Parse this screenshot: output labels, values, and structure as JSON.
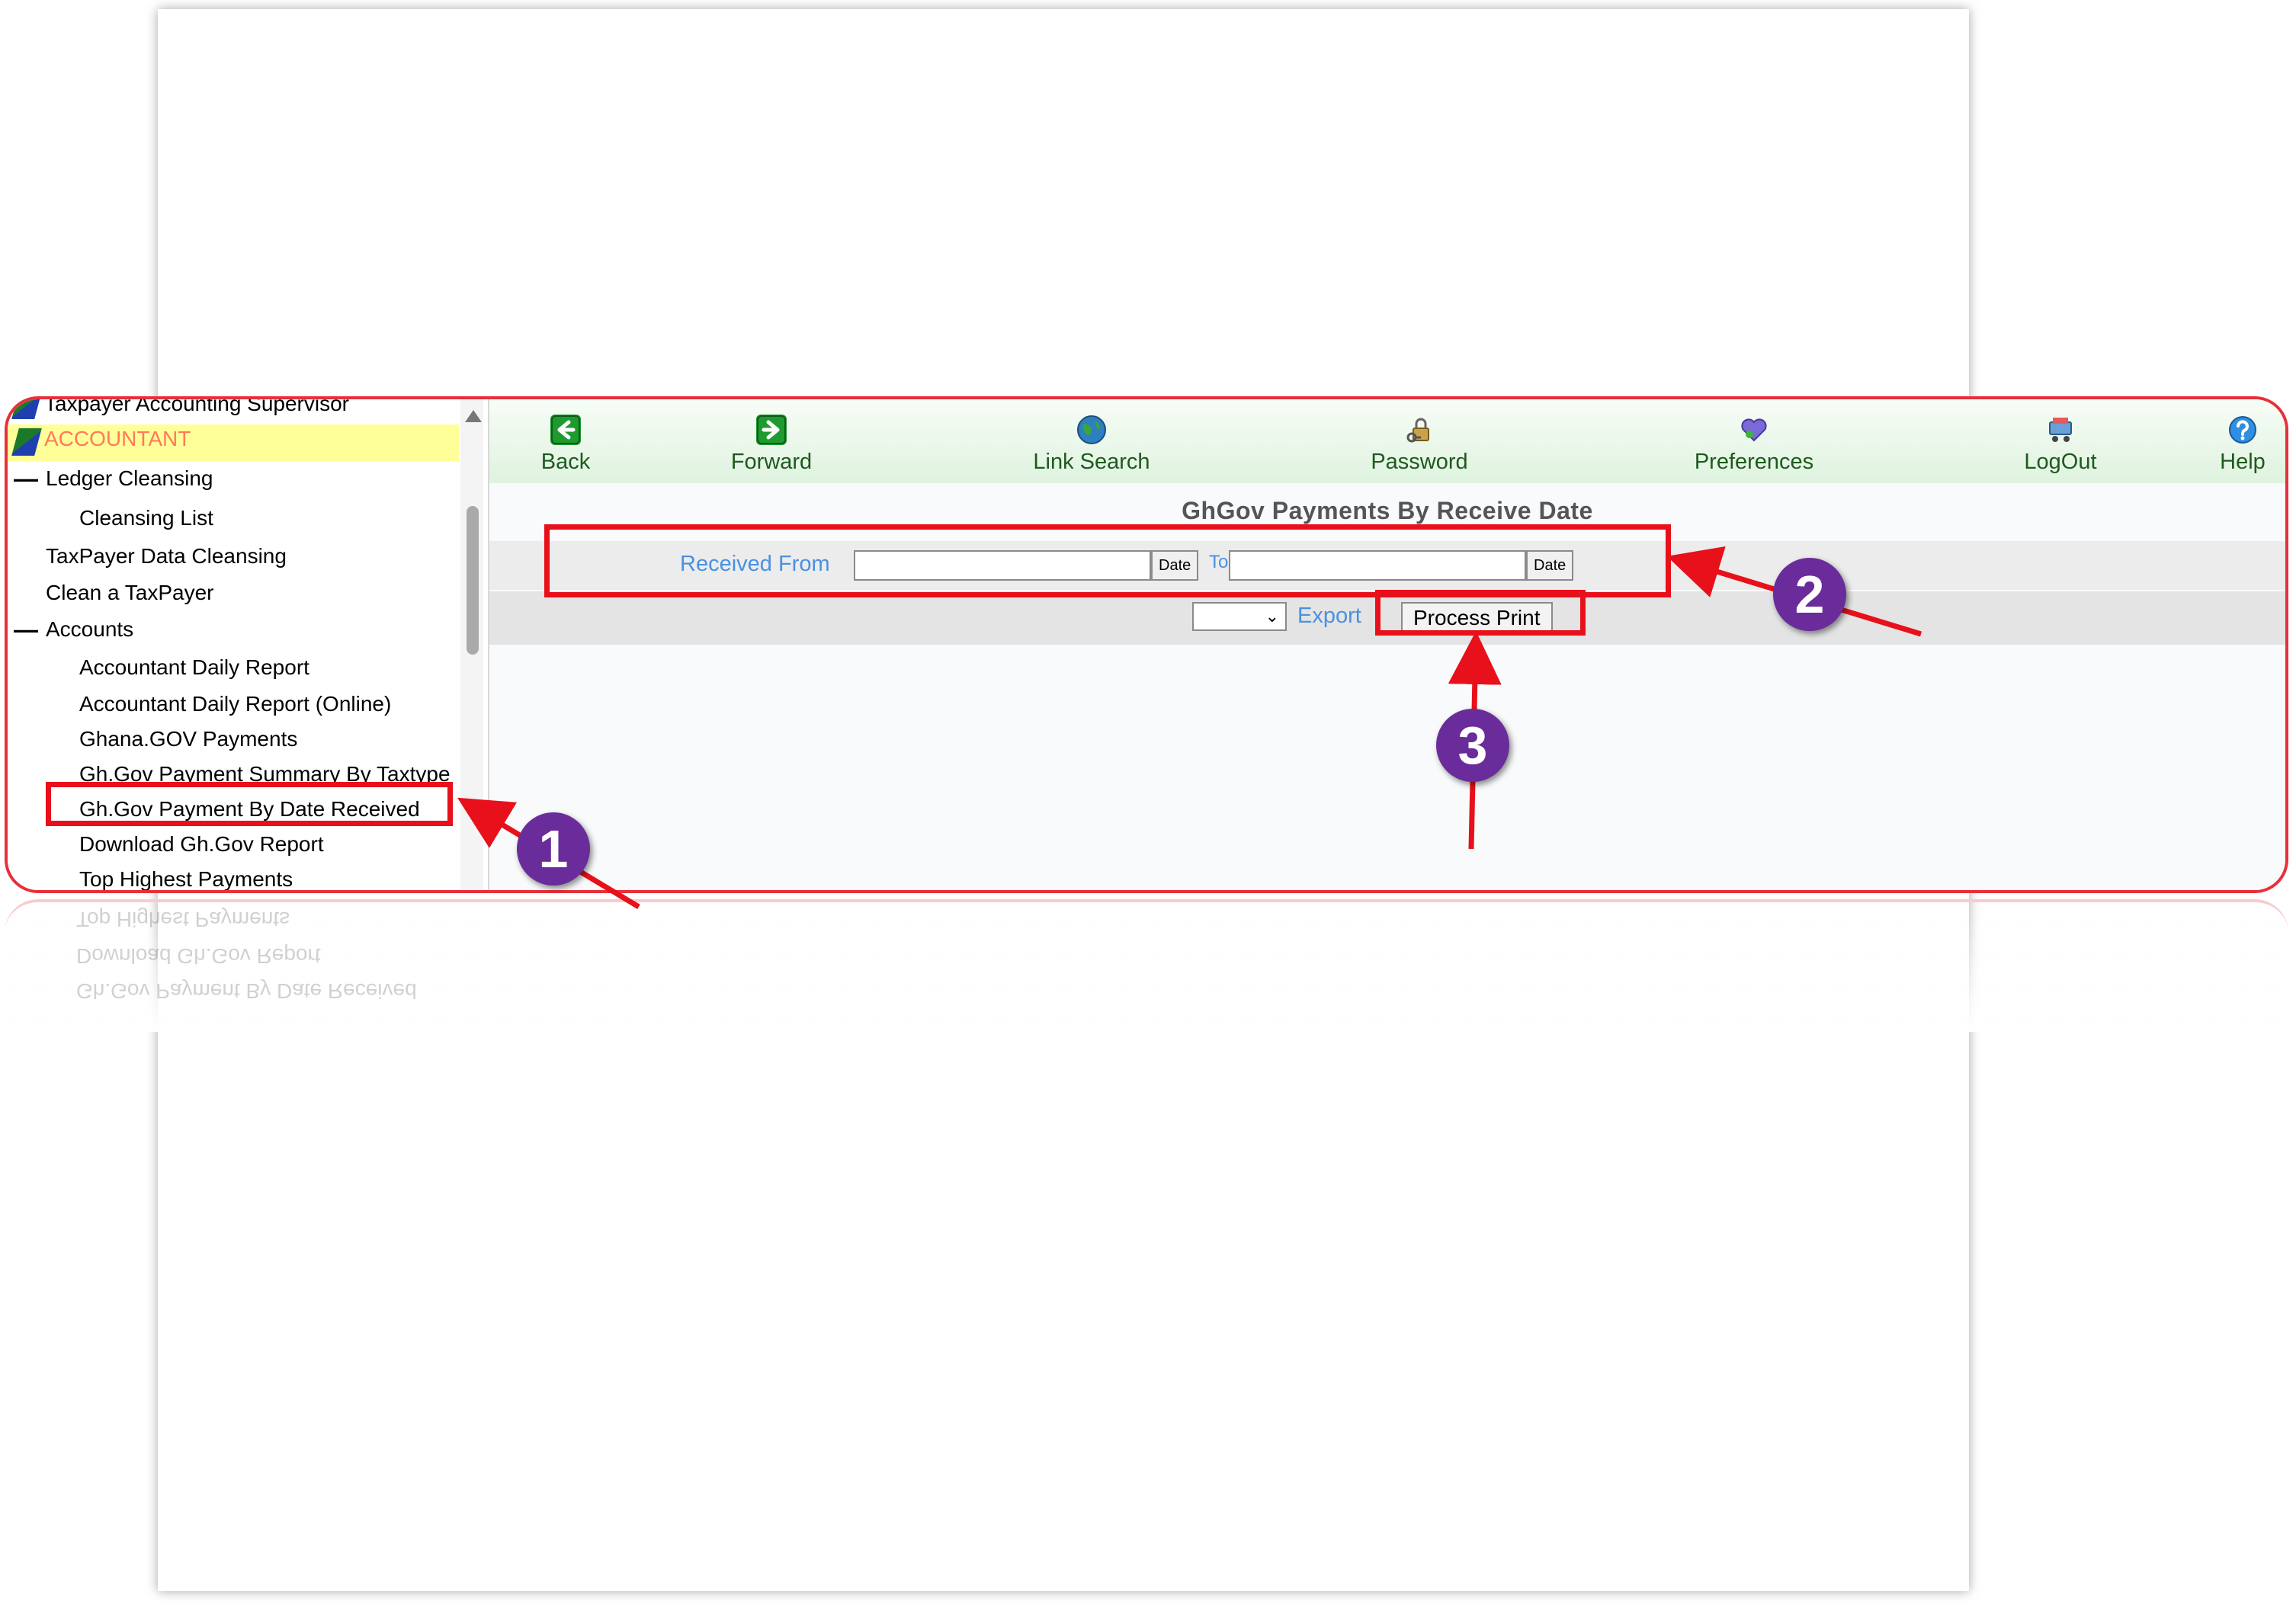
{
  "sidebar": {
    "items": [
      {
        "label": "Taxpayer Accounting Supervisor"
      },
      {
        "label": "ACCOUNTANT"
      },
      {
        "label": "Ledger Cleansing"
      },
      {
        "label": "Cleansing List"
      },
      {
        "label": "TaxPayer Data Cleansing"
      },
      {
        "label": "Clean a TaxPayer"
      },
      {
        "label": "Accounts"
      },
      {
        "label": "Accountant Daily Report"
      },
      {
        "label": "Accountant Daily Report (Online)"
      },
      {
        "label": "Ghana.GOV Payments"
      },
      {
        "label": "Gh.Gov Payment Summary By Taxtype"
      },
      {
        "label": "Gh.Gov Payment By Date Received"
      },
      {
        "label": "Download Gh.Gov Report"
      },
      {
        "label": "Top Highest Payments"
      }
    ],
    "collapse_glyph": "—"
  },
  "toolbar": {
    "back": "Back",
    "forward": "Forward",
    "link_search": "Link Search",
    "password": "Password",
    "preferences": "Preferences",
    "logout": "LogOut",
    "help": "Help"
  },
  "page": {
    "title": "GhGov Payments By Receive Date"
  },
  "form": {
    "received_from_label": "Received From",
    "from_value": "",
    "date_button": "Date",
    "to_label": "To",
    "to_value": "",
    "export_label": "Export",
    "process_print": "Process Print"
  },
  "annotations": {
    "step1": "1",
    "step2": "2",
    "step3": "3"
  },
  "colors": {
    "highlight": "#e8101a",
    "step_circle": "#6a2c9a",
    "accountant_text": "#ff7a5a",
    "accountant_bg": "#ffff99",
    "link_blue": "#4a90e2",
    "toolbar_label": "#1e5a1e"
  }
}
